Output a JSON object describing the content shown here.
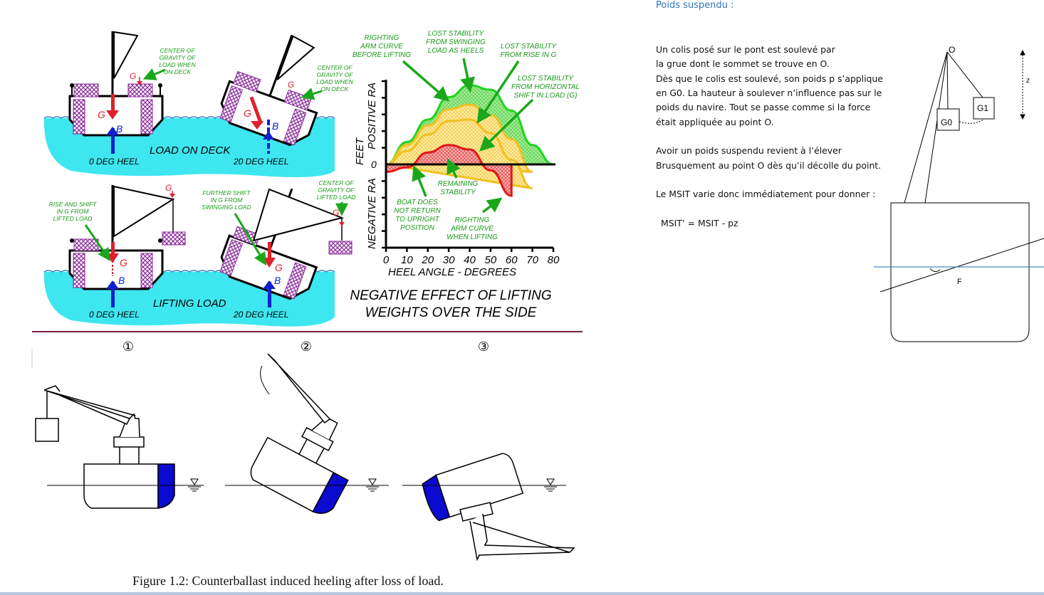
{
  "left_figure": {
    "ship_labels": {
      "load_on_deck": "LOAD ON DECK",
      "lifting_load": "LIFTING LOAD",
      "heel_0": "0 DEG HEEL",
      "heel_20": "20 DEG HEEL",
      "g": "G",
      "b": "B"
    },
    "annotations": {
      "cg_deck_1": [
        "CENTER OF",
        "GRAVITY OF",
        "LOAD WHEN",
        "ON DECK"
      ],
      "cg_deck_2": [
        "CENTER OF",
        "GRAVITY OF",
        "LOAD WHEN",
        "ON DECK"
      ],
      "rise_shift": [
        "RISE AND SHIFT",
        "IN G FROM",
        "LIFTED LOAD"
      ],
      "further_shift": [
        "FURTHER SHIFT",
        "IN G FROM",
        "SWINGING LOAD"
      ],
      "cg_lifted": [
        "CENTER OF",
        "GRAVITY OF",
        "LIFTED LOAD"
      ]
    },
    "chart_labels": {
      "righting_before": [
        "RIGHTING",
        "ARM CURVE",
        "BEFORE LIFTING"
      ],
      "lost_swinging": [
        "LOST STABILITY",
        "FROM SWINGING",
        "LOAD AS HEELS"
      ],
      "lost_rise": [
        "LOST STABILITY",
        "FROM RISE IN G"
      ],
      "lost_horizontal": [
        "LOST STABILITY",
        "FROM HORIZONTAL",
        "SHIFT IN LOAD (G)"
      ],
      "remaining": [
        "REMAINING",
        "STABILITY"
      ],
      "boat_not_return": [
        "BOAT DOES",
        "NOT RETURN",
        "TO UPRIGHT",
        "POSITION"
      ],
      "righting_when": [
        "RIGHTING",
        "ARM CURVE",
        "WHEN LIFTING"
      ],
      "y_feet": "FEET",
      "y_positive": "POSITIVE RA",
      "y_negative": "NEGATIVE RA",
      "x_label": "HEEL ANGLE - DEGREES",
      "zero": "0",
      "ticks": [
        "0",
        "10",
        "20",
        "30",
        "40",
        "50",
        "60",
        "70",
        "80"
      ]
    },
    "figure_title": [
      "NEGATIVE EFFECT OF LIFTING",
      "WEIGHTS OVER THE SIDE"
    ]
  },
  "counterballast": {
    "circles": [
      "①",
      "②",
      "③"
    ],
    "caption": "Figure 1.2: Counterballast induced heeling after loss of load."
  },
  "text_panel": {
    "title": "Poids suspendu :",
    "lines": [
      "Un colis posé sur le pont est soulevé par",
      "la grue dont le sommet se trouve en O.",
      "Dès que le colis est soulevé, son poids p s’applique",
      "en G0. La hauteur à soulever n’influence pas sur le",
      "poids du navire. Tout se passe comme si la force",
      "était appliquée au point O."
    ],
    "para2": [
      "Avoir un poids suspendu revient à l’élever",
      "Brusquement au point O dès qu’il décolle du point."
    ],
    "para3": "Le MSIT varie donc immédiatement pour donner :",
    "formula": "MSIT’ = MSIT - pz"
  },
  "right_diagram": {
    "o": "O",
    "g0": "G0",
    "g1": "G1",
    "z": "z",
    "f": "F"
  },
  "chart_data": {
    "type": "area",
    "title": "NEGATIVE EFFECT OF LIFTING WEIGHTS OVER THE SIDE",
    "xlabel": "HEEL ANGLE - DEGREES",
    "ylabel": "FEET",
    "xlim": [
      0,
      80
    ],
    "x": [
      0,
      10,
      20,
      30,
      40,
      50,
      60,
      70,
      80
    ],
    "series": [
      {
        "name": "RIGHTING ARM CURVE BEFORE LIFTING",
        "values": [
          0,
          1.5,
          3.0,
          4.5,
          5.3,
          5.0,
          3.6,
          1.3,
          0
        ]
      },
      {
        "name": "LOST STABILITY FROM SWINGING LOAD AS HEELS",
        "values": [
          0,
          1.3,
          2.6,
          3.7,
          4.0,
          3.3,
          1.7,
          -0.5,
          null
        ]
      },
      {
        "name": "LOST STABILITY FROM RISE IN G",
        "values": [
          0,
          0.9,
          2.0,
          2.9,
          3.0,
          2.1,
          0.3,
          -1.6,
          null
        ]
      },
      {
        "name": "RIGHTING ARM CURVE WHEN LIFTING",
        "values": [
          -0.5,
          -0.2,
          0.8,
          1.3,
          1.0,
          -0.4,
          -2.1,
          null,
          null
        ]
      }
    ]
  }
}
